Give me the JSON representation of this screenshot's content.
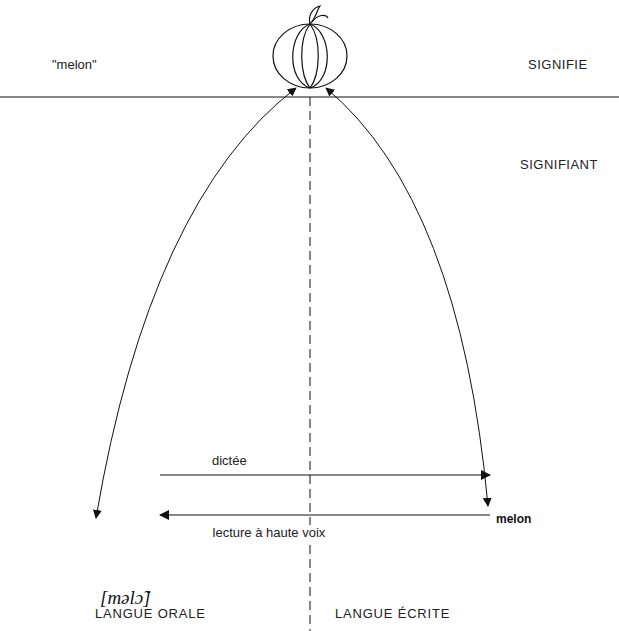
{
  "diagram": {
    "nodes": [
      {
        "text": [
          "[məlɔ̃]"
        ]
      },
      {
        "text": [
          "melon"
        ]
      }
    ],
    "edges": [
      {
        "from": 0,
        "to": 1,
        "label": "dictée",
        "arrow": "to"
      },
      {
        "from": 1,
        "to": 0,
        "label": "lecture à haute voix",
        "arrow": "to"
      }
    ],
    "labels": [
      "\"melon\"",
      "SIGNIFIE",
      "SIGNIFIANT",
      "LANGUE ORALE",
      "LANGUE ÉCRITE"
    ]
  }
}
